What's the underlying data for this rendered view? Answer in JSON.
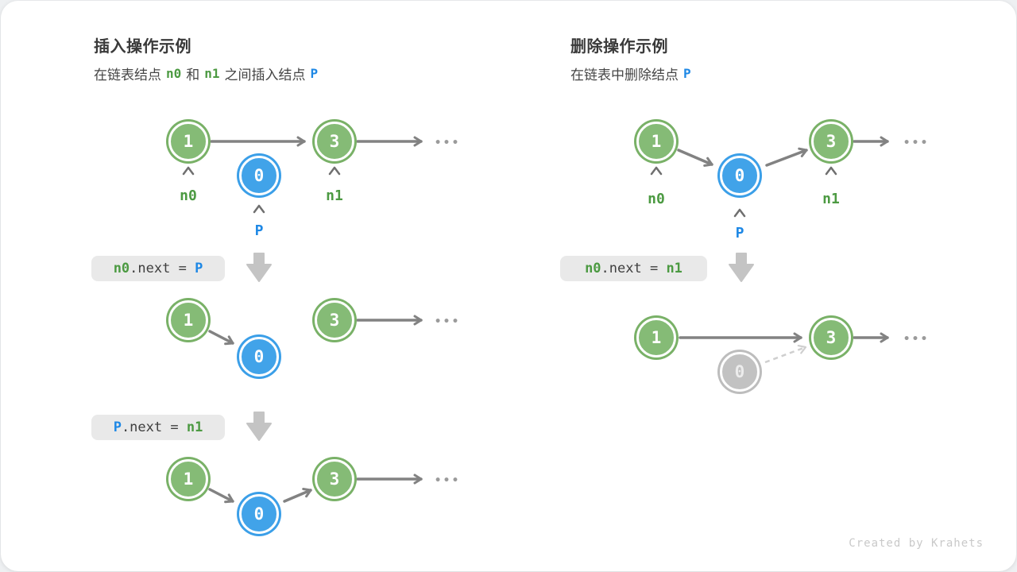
{
  "glyphs": {
    "caret_up_icon": "^",
    "ellipsis": "•••"
  },
  "colors": {
    "node_green": "#85BB76",
    "node_blue": "#41A3E9",
    "node_gray": "#C2C2C2",
    "token_green": "#4C9A42",
    "token_blue": "#1E88E5",
    "arrow_gray": "#828282",
    "dashed_arrow_gray": "#CFCFCF",
    "code_box_bg": "#E9E9E9",
    "block_arrow_gray": "#C4C4C4"
  },
  "insert": {
    "title": "插入操作示例",
    "subtitle": {
      "t0": "在链表结点",
      "t1": "n0",
      "t2": "和",
      "t3": "n1",
      "t4": "之间插入结点",
      "t5": "P"
    },
    "nodes": {
      "n1": "1",
      "n0": "0",
      "n3": "3"
    },
    "labels": {
      "n0": "n0",
      "n1": "n1",
      "p": "P"
    },
    "code1": {
      "lhs": "n0",
      "mid": ".next = ",
      "rhs": "P"
    },
    "code2": {
      "lhs": "P",
      "mid": ".next = ",
      "rhs": "n1"
    }
  },
  "delete": {
    "title": "删除操作示例",
    "subtitle": {
      "t0": "在链表中删除结点",
      "t1": "P"
    },
    "nodes": {
      "n1": "1",
      "n0": "0",
      "n3": "3"
    },
    "labels": {
      "n0": "n0",
      "n1": "n1",
      "p": "P"
    },
    "code1": {
      "lhs": "n0",
      "mid": ".next = ",
      "rhs": "n1"
    }
  },
  "footer": {
    "credit": "Created by Krahets"
  }
}
